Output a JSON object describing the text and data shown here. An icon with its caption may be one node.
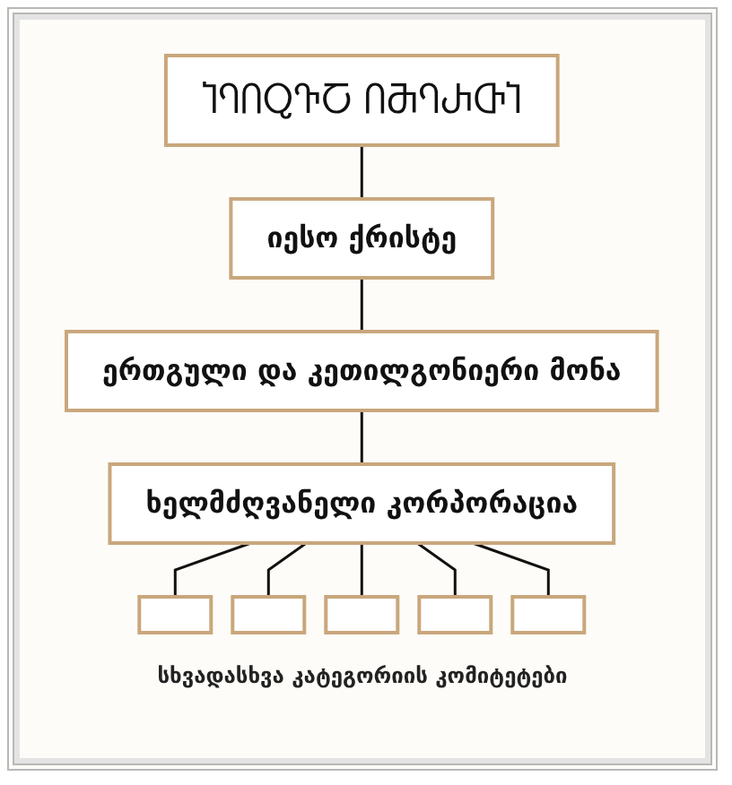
{
  "diagram": {
    "caption": "სხვადასხვა კატეგორიის კომიტეტები",
    "nodes": [
      {
        "text": [
          "ႨႤႶႭႥႠ ႶႫႤႰႧႨ"
        ]
      },
      {
        "text": [
          "იესო ქრისტე"
        ]
      },
      {
        "text": [
          "ერთგული და კეთილგონიერი მონა"
        ]
      },
      {
        "text": [
          "ხელმძღვანელი კორპორაცია"
        ]
      },
      {
        "text": [],
        "shape": "box"
      },
      {
        "text": [],
        "shape": "box"
      },
      {
        "text": [],
        "shape": "box"
      },
      {
        "text": [],
        "shape": "box"
      },
      {
        "text": [],
        "shape": "box"
      }
    ],
    "edges": [
      {
        "from": 0,
        "to": 1,
        "arrow": "none"
      },
      {
        "from": 1,
        "to": 2,
        "arrow": "none"
      },
      {
        "from": 2,
        "to": 3,
        "arrow": "none"
      },
      {
        "from": 3,
        "to": 4,
        "arrow": "none"
      },
      {
        "from": 3,
        "to": 5,
        "arrow": "none"
      },
      {
        "from": 3,
        "to": 6,
        "arrow": "none"
      },
      {
        "from": 3,
        "to": 7,
        "arrow": "none"
      },
      {
        "from": 3,
        "to": 8,
        "arrow": "none"
      }
    ]
  }
}
